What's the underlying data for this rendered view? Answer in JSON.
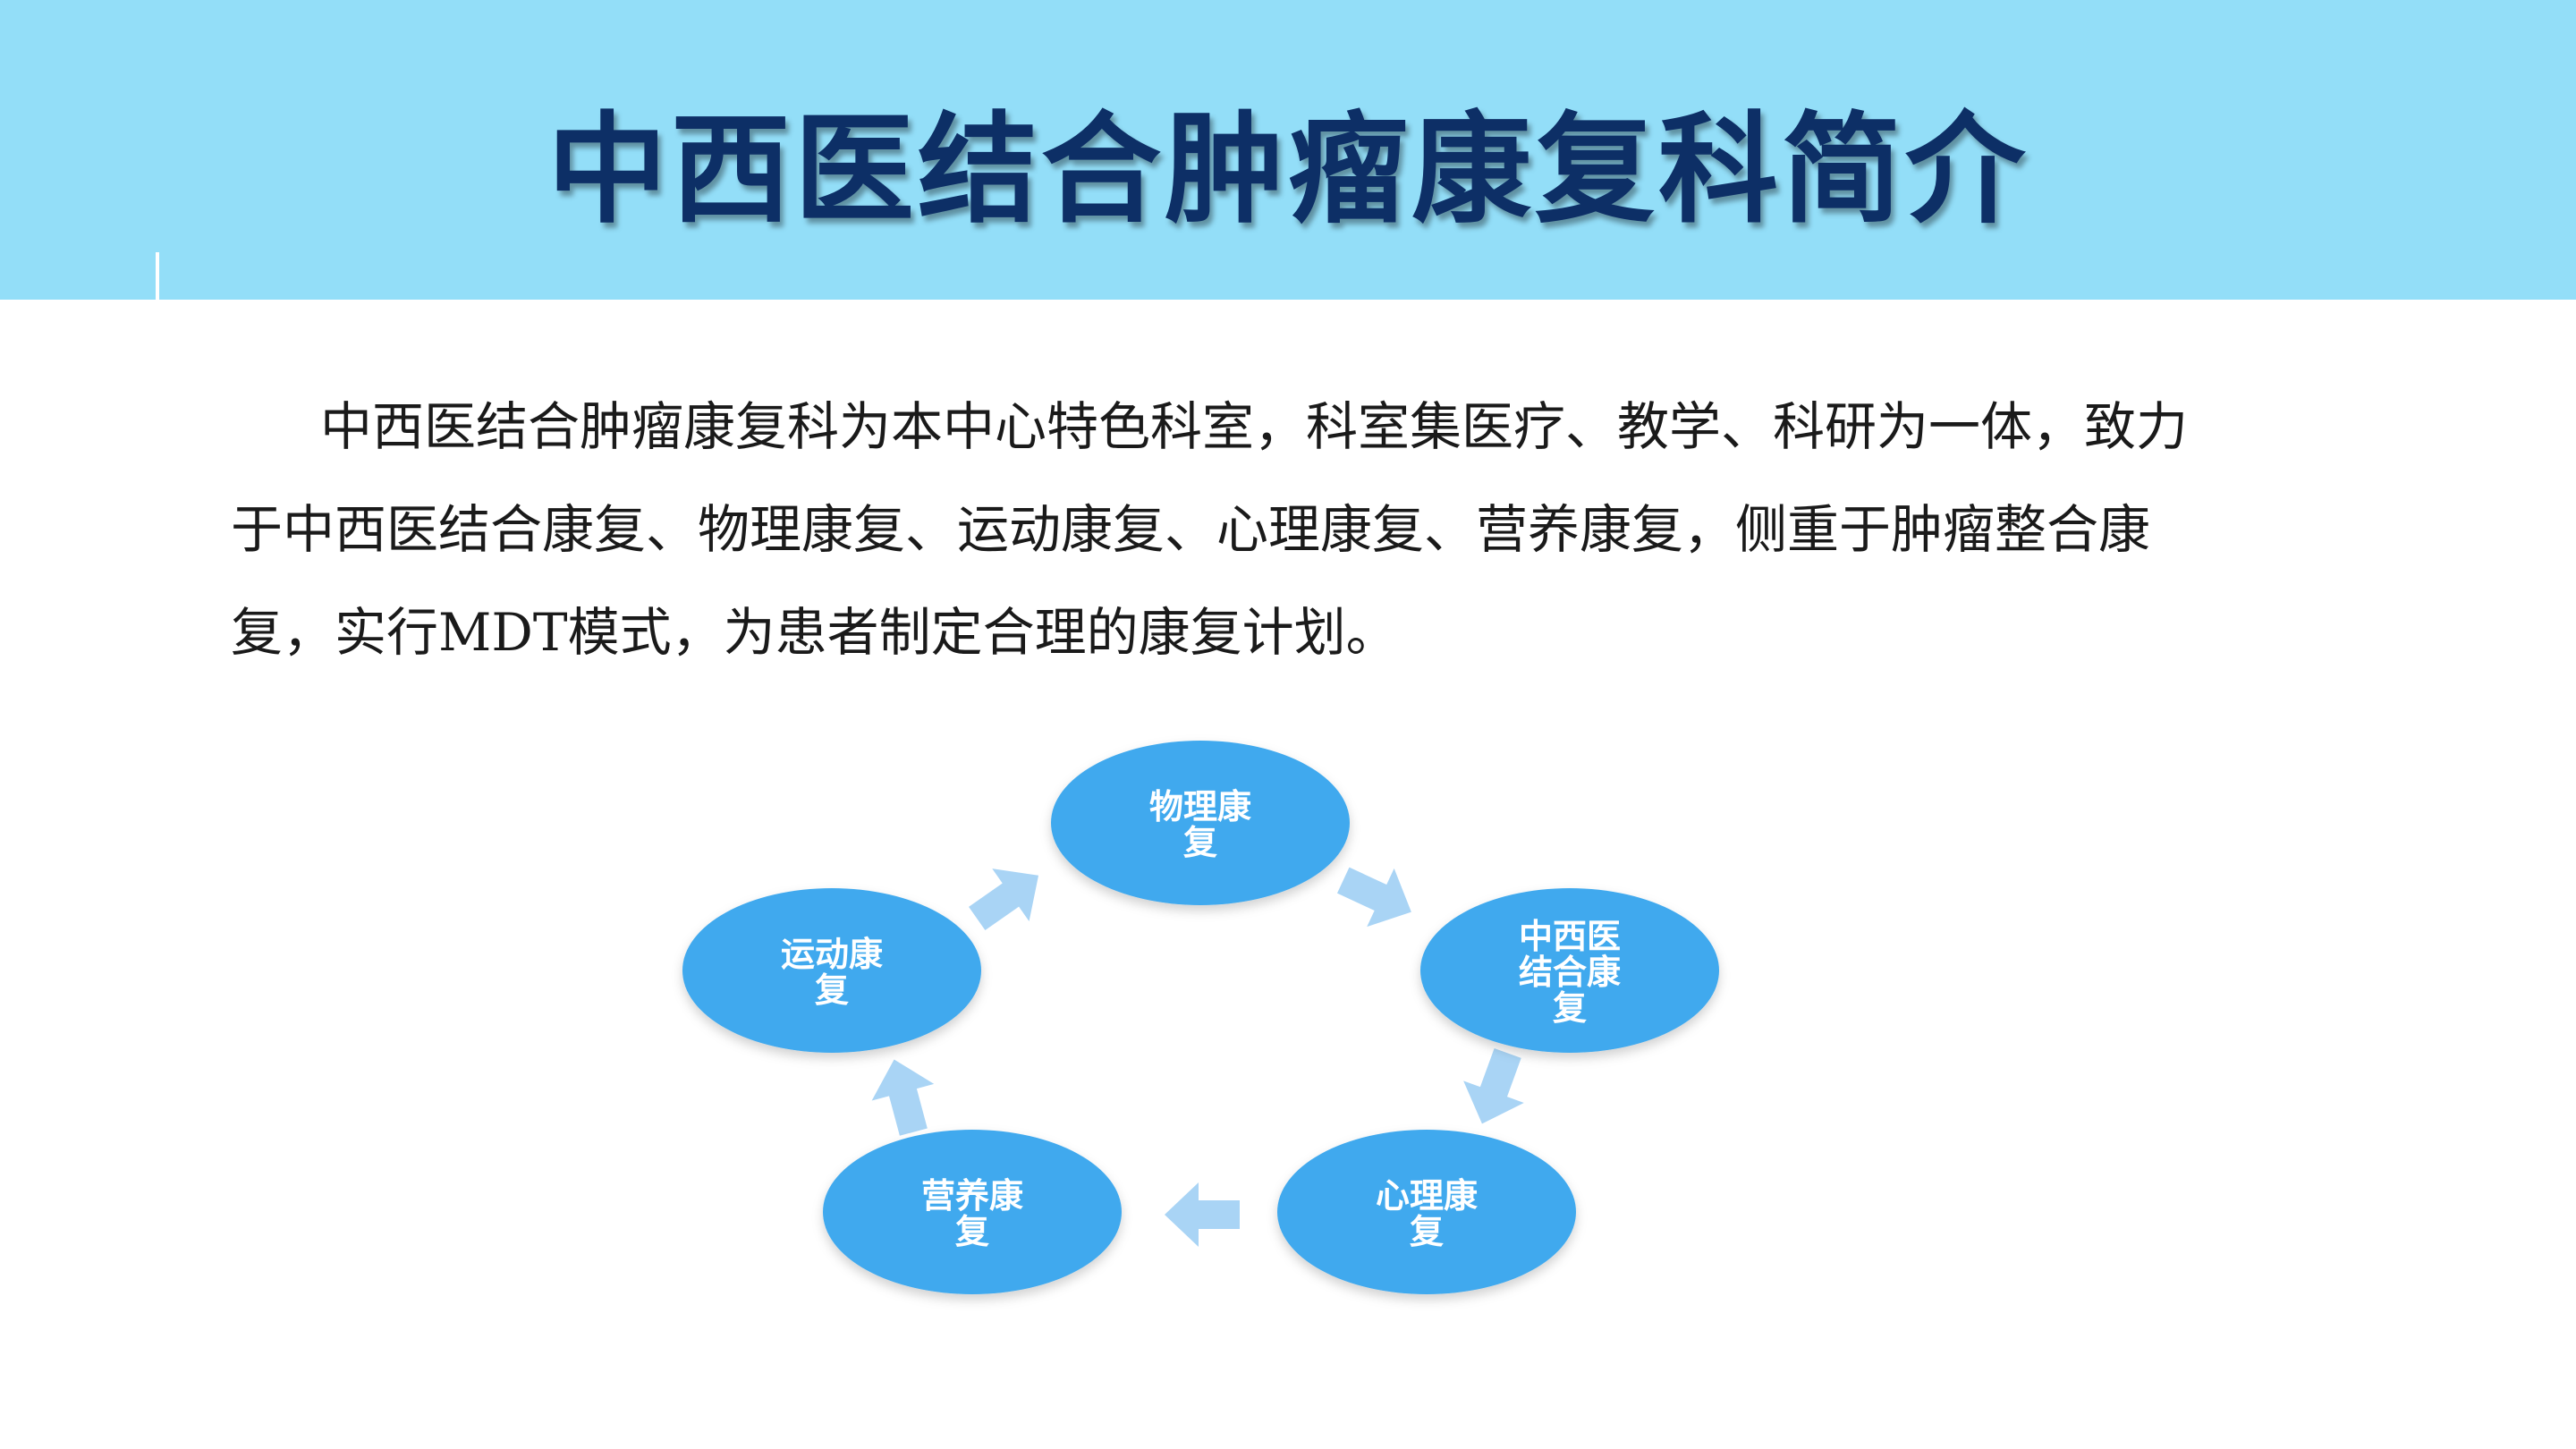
{
  "slide": {
    "title": "中西医结合肿瘤康复科简介",
    "intro": "中西医结合肿瘤康复科为本中心特色科室，科室集医疗、教学、科研为一体，致力于中西医结合康复、物理康复、运动康复、心理康复、营养康复，侧重于肿瘤整合康复，实行MDT模式，为患者制定合理的康复计划。"
  },
  "colors": {
    "header": "#93def8",
    "title": "#0d2f66",
    "node": "#3fa9ee",
    "arrow": "#a9d4f5"
  },
  "cycle": {
    "nodes": [
      {
        "line1": "物理康",
        "line2": "复",
        "line3": ""
      },
      {
        "line1": "中西医",
        "line2": "结合康",
        "line3": "复"
      },
      {
        "line1": "心理康",
        "line2": "复",
        "line3": ""
      },
      {
        "line1": "营养康",
        "line2": "复",
        "line3": ""
      },
      {
        "line1": "运动康",
        "line2": "复",
        "line3": ""
      }
    ]
  }
}
